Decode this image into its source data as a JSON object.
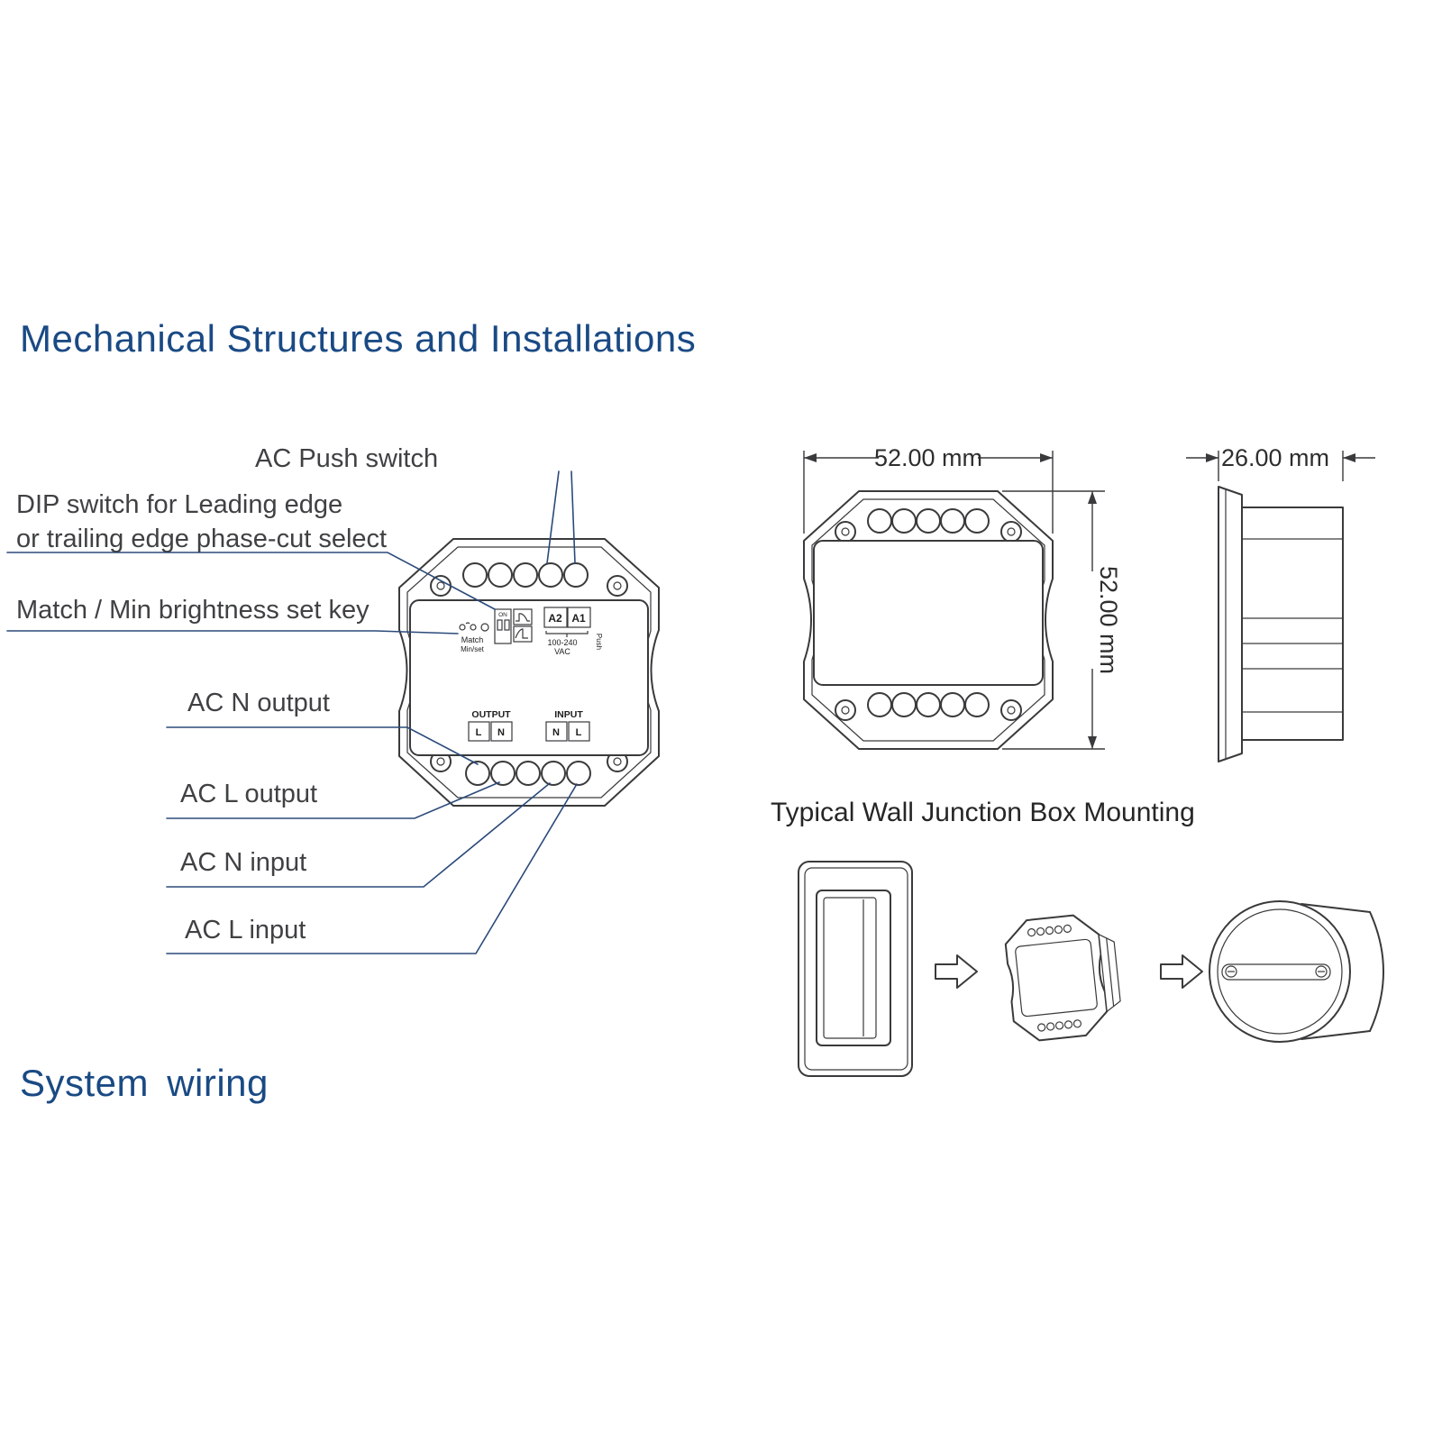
{
  "headings": {
    "mechanical": "Mechanical Structures and Installations",
    "system_wiring": "System wiring"
  },
  "callouts": {
    "ac_push_switch": "AC Push switch",
    "dip_switch_line1": "DIP switch for Leading edge",
    "dip_switch_line2": "or trailing edge phase-cut select",
    "match_key": "Match / Min brightness set key",
    "ac_n_output": "AC N output",
    "ac_l_output": "AC L output",
    "ac_n_input": "AC N input",
    "ac_l_input": "AC L input"
  },
  "device_panel": {
    "match": "Match",
    "minset": "Min/set",
    "dip_on": "ON",
    "a2": "A2",
    "a1": "A1",
    "voltage_line1": "100-240",
    "voltage_line2": "VAC",
    "push": "Push",
    "output_label": "OUTPUT",
    "output_l": "L",
    "output_n": "N",
    "input_label": "INPUT",
    "input_n": "N",
    "input_l": "L"
  },
  "dimensions": {
    "front_width": "52.00 mm",
    "front_height": "52.00 mm",
    "side_depth": "26.00 mm"
  },
  "mounting": {
    "title": "Typical Wall Junction Box Mounting"
  },
  "colors": {
    "heading": "#1a4a84",
    "drawing_line": "#3a3a3c",
    "callout_line": "#2b4a7a",
    "label_text": "#3f4143"
  }
}
